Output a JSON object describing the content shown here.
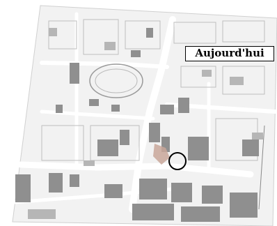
{
  "map": {
    "caption": "Aujourd'hui",
    "colors": {
      "paper": "#f2f2f2",
      "street": "#ffffff",
      "building": "#8f8f8f",
      "building_light": "#b6b6b6",
      "outline": "#bdbdbd",
      "highlight": "#c9a79a",
      "marker": "#000000"
    },
    "features": [
      "street-grid",
      "sports-track",
      "building-blocks",
      "location-marker"
    ]
  }
}
